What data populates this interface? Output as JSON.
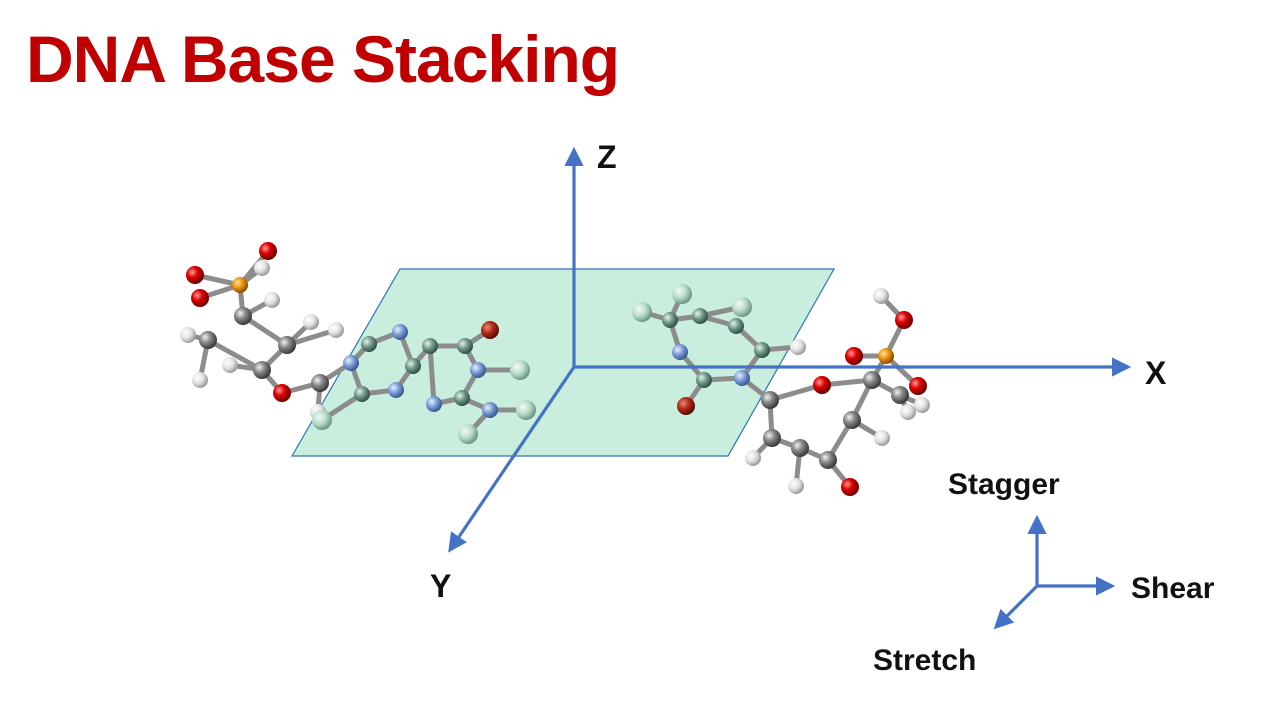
{
  "title": "DNA Base Stacking",
  "axes": {
    "x_label": "X",
    "y_label": "Y",
    "z_label": "Z"
  },
  "legend": {
    "shear_label": "Shear",
    "stagger_label": "Stagger",
    "stretch_label": "Stretch"
  },
  "colors": {
    "title": "#c00000",
    "axis": "#4472c4",
    "plane_fill": "#c9eedd",
    "plane_stroke": "#2e75b6",
    "carbon": "#7a7a7a",
    "hydrogen": "#e6e6e6",
    "oxygen": "#d40000",
    "nitrogen": "#7a9fd6",
    "phosphorus": "#e8950c",
    "base_carbon": "#6f9a8a"
  }
}
